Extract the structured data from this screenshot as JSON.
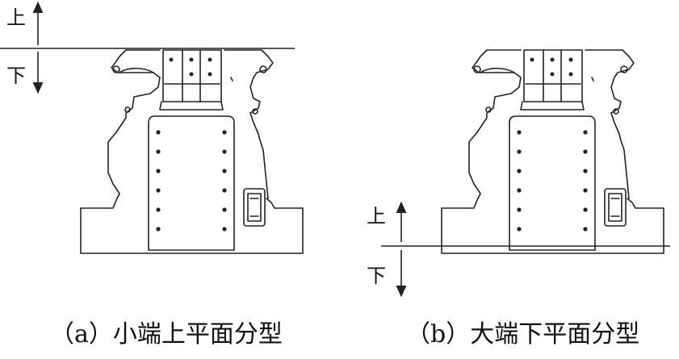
{
  "panel_a": {
    "label_up": "上",
    "label_down": "下",
    "caption": "（a）小端上平面分型"
  },
  "panel_b": {
    "label_up": "上",
    "label_down": "下",
    "caption": "（b）大端下平面分型"
  },
  "colors": {
    "stroke": "#222222",
    "background": "#ffffff"
  }
}
